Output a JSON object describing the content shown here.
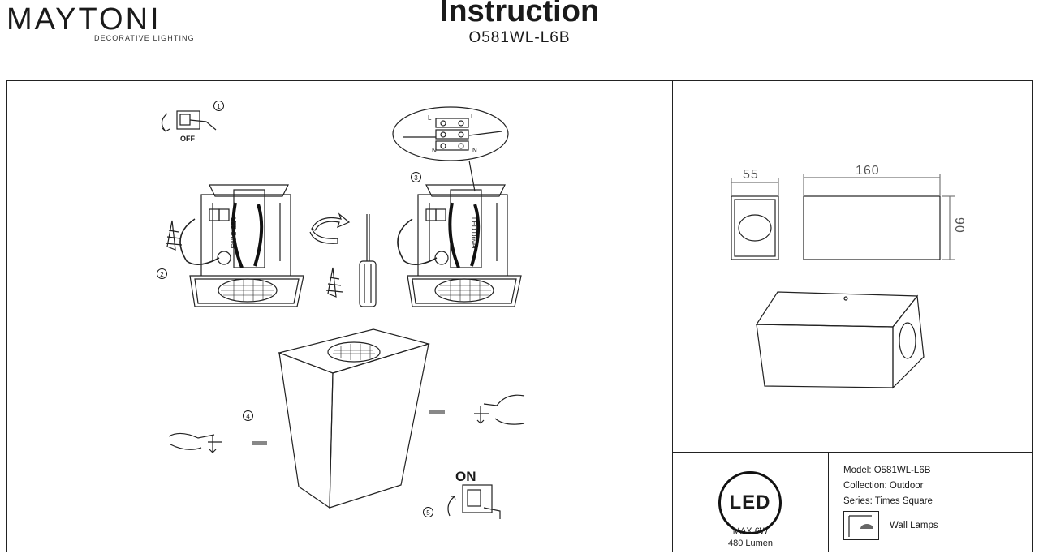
{
  "brand": {
    "logo_word": "MAYTONI",
    "logo_sub": "DECORATIVE LIGHTING"
  },
  "header": {
    "title": "Instruction",
    "model_code": "O581WL-L6B"
  },
  "steps": {
    "s1": "1",
    "s2": "2",
    "s3": "3",
    "s4": "4",
    "s5": "5",
    "off_label": "OFF",
    "on_label": "ON",
    "driver_label": "LED Driver",
    "terminal_l1": "L",
    "terminal_l2": "L",
    "terminal_n1": "N",
    "terminal_n2": "N"
  },
  "dimensions": {
    "width": "55",
    "length": "160",
    "height": "90"
  },
  "specs": {
    "led_badge": "LED",
    "max_power": "MAX 6W",
    "lumen": "480 Lumen",
    "model": "Model: O581WL-L6B",
    "collection": "Collection: Outdoor",
    "series": "Series: Times Square",
    "type": "Wall Lamps"
  }
}
